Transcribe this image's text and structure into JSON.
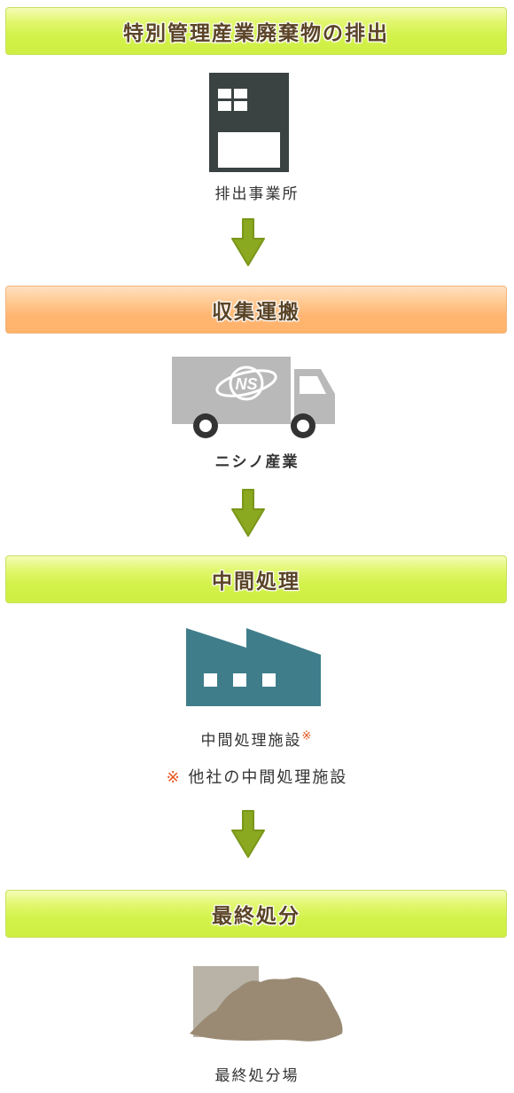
{
  "steps": [
    {
      "title": "特別管理産業廃棄物の排出",
      "caption": "排出事業所",
      "icon": "office-building-icon"
    },
    {
      "title": "収集運搬",
      "caption": "ニシノ産業",
      "icon": "truck-icon",
      "logo_text": "NS"
    },
    {
      "title": "中間処理",
      "caption": "中間処理施設",
      "caption_mark": "※",
      "icon": "factory-icon"
    },
    {
      "title": "最終処分",
      "caption": "最終処分場",
      "icon": "landfill-icon"
    }
  ],
  "note": {
    "mark": "※",
    "text": "他社の中間処理施設"
  },
  "colors": {
    "green_banner": "#d6f452",
    "orange_banner": "#ffb774",
    "arrow": "#8aa820",
    "building": "#3a4242",
    "truck": "#b9b9b9",
    "factory": "#3f7d8a",
    "landfill": "#9a8a74",
    "note_mark": "#e8541d"
  }
}
